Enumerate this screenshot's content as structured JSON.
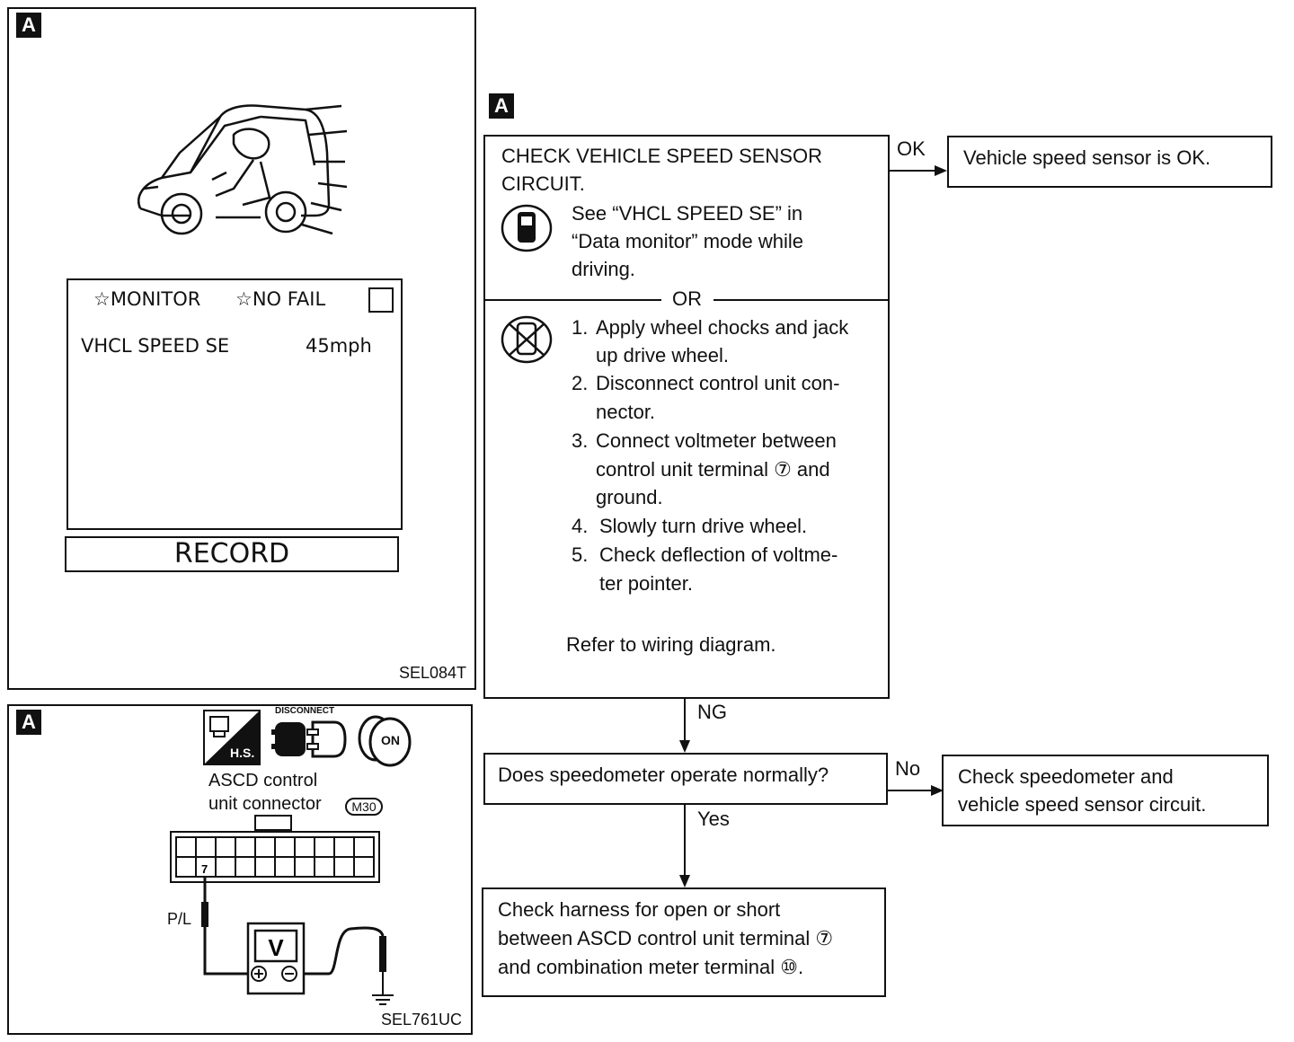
{
  "panel_tag": "A",
  "top_panel": {
    "monitor_label": "☆MONITOR",
    "nofail_label": "☆NO FAIL",
    "item_name": "VHCL SPEED SE",
    "item_value": "45mph",
    "record_label": "RECORD",
    "figure_code": "SEL084T"
  },
  "bottom_panel": {
    "connector_label_line1": "ASCD control",
    "connector_label_line2": "unit connector",
    "connector_code": "M30",
    "icon_disconnect_text": "DISCONNECT",
    "icon_hs_text": "H.S.",
    "icon_on_text": "ON",
    "terminal_number": "7",
    "wire_color": "P/L",
    "meter_symbol": "V",
    "figure_code": "SEL761UC"
  },
  "flowchart": {
    "check_box": {
      "title_line1": "CHECK VEHICLE SPEED SENSOR",
      "title_line2": "CIRCUIT.",
      "consult_lines": [
        "See “VHCL SPEED SE” in",
        "“Data monitor” mode while",
        "driving."
      ],
      "or_label": "OR",
      "steps": [
        {
          "num": "1.",
          "lines": [
            "Apply wheel chocks and jack",
            "up drive wheel."
          ]
        },
        {
          "num": "2.",
          "lines": [
            "Disconnect control unit con-",
            "nector."
          ]
        },
        {
          "num": "3.",
          "lines": [
            "Connect voltmeter between",
            "control unit terminal ⑦ and",
            "ground."
          ]
        },
        {
          "num": "4.",
          "lines": [
            "Slowly turn drive wheel."
          ]
        },
        {
          "num": "5.",
          "lines": [
            "Check deflection of voltme-",
            "ter pointer."
          ]
        }
      ],
      "refer": "Refer to wiring diagram."
    },
    "ok_label": "OK",
    "ok_result": "Vehicle speed sensor is OK.",
    "ng_label": "NG",
    "question": "Does speedometer operate normally?",
    "no_label": "No",
    "no_result_lines": [
      "Check speedometer and",
      "vehicle speed sensor circuit."
    ],
    "yes_label": "Yes",
    "final_lines": [
      "Check harness for open or short",
      "between ASCD control unit terminal ⑦",
      "and combination meter terminal ⑩."
    ]
  }
}
